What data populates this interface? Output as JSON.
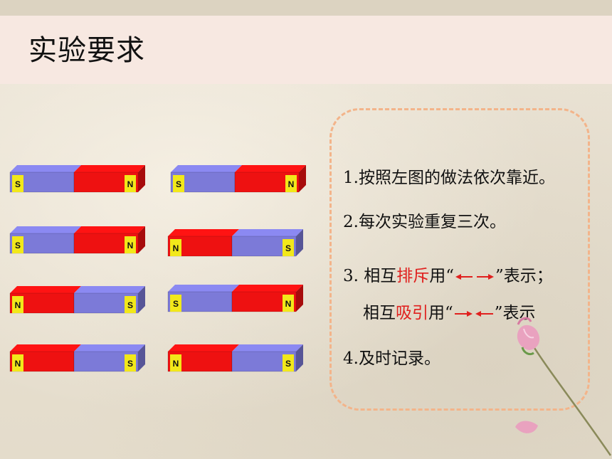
{
  "title": "实验要求",
  "magnets": [
    {
      "left": "S",
      "right": "N"
    },
    {
      "left": "S",
      "right": "N"
    },
    {
      "left": "S",
      "right": "N"
    },
    {
      "left": "N",
      "right": "S"
    },
    {
      "left": "N",
      "right": "S"
    },
    {
      "left": "S",
      "right": "N"
    },
    {
      "left": "N",
      "right": "S"
    },
    {
      "left": "N",
      "right": "S"
    }
  ],
  "requirements": {
    "item1": "1.按照左图的做法依次靠近。",
    "item2": "2.每次实验重复三次。",
    "item3_prefix": "3. 相互",
    "item3_red": "排斥",
    "item3_mid": "用“",
    "item3_suffix": "”表示；",
    "item3b_prefix": "相互",
    "item3b_red": "吸引",
    "item3b_mid": "用“",
    "item3b_suffix": "”表示",
    "item4": "4.及时记录。"
  },
  "colors": {
    "blue": "#7c7ad8",
    "red": "#ee1111",
    "label": "#f2e81a",
    "arrow": "#e0201e"
  }
}
